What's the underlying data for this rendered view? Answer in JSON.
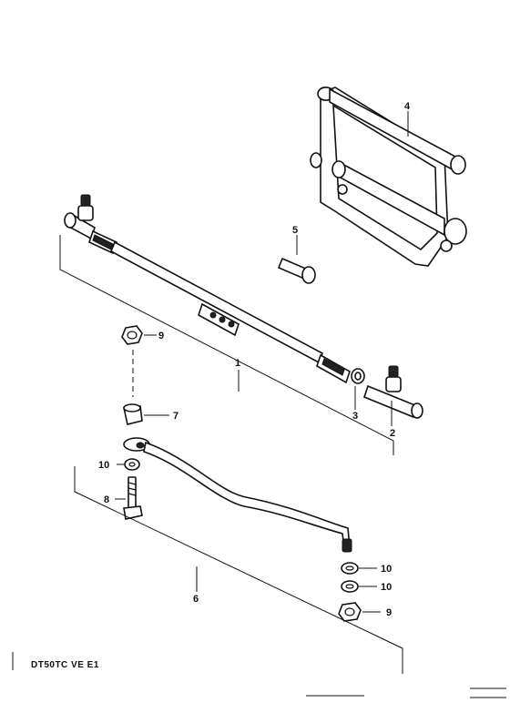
{
  "diagram": {
    "callouts": {
      "c1": "1",
      "c2": "2",
      "c3": "3",
      "c4": "4",
      "c5": "5",
      "c6": "6",
      "c7": "7",
      "c8": "8",
      "c9a": "9",
      "c9b": "9",
      "c10a": "10",
      "c10b": "10",
      "c10c": "10"
    },
    "footer_code": "DT50TC VE E1"
  }
}
